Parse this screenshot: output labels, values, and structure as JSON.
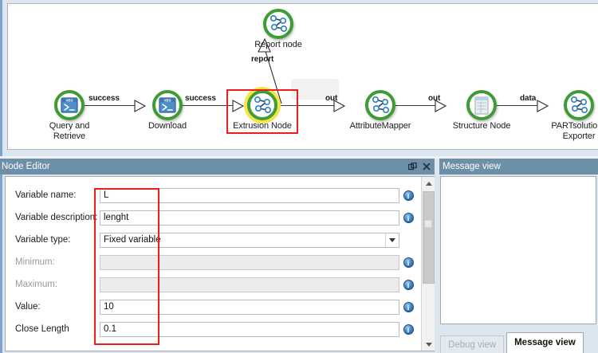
{
  "app": {
    "accent_titlebar": "#6e8fa8",
    "panel_bg": "#dce6f1",
    "node_ring_color": "#3f9c35",
    "highlight_color": "#ef1c1c",
    "selection_glow": "#f8e43c"
  },
  "graph": {
    "nodes": [
      {
        "id": "query-and-retrieve",
        "label": "Query and\nRetrieve",
        "label_line1": "Query and",
        "label_line2": "Retrieve",
        "icon": "vbs-script-icon",
        "selected": false
      },
      {
        "id": "download",
        "label": "Download",
        "label_line1": "Download",
        "label_line2": "",
        "icon": "vbs-script-icon",
        "selected": false
      },
      {
        "id": "extrusion-node",
        "label": "Extrusion Node",
        "label_line1": "Extrusion Node",
        "label_line2": "",
        "icon": "graph-network-icon",
        "selected": true
      },
      {
        "id": "attribute-mapper",
        "label": "AttributeMapper",
        "label_line1": "AttributeMapper",
        "label_line2": "",
        "icon": "graph-network-icon",
        "selected": false
      },
      {
        "id": "structure-node",
        "label": "Structure Node",
        "label_line1": "Structure Node",
        "label_line2": "",
        "icon": "document-table-icon",
        "selected": false
      },
      {
        "id": "partsolutions-exporter",
        "label": "PARTsolutions Exporter",
        "label_line1": "PARTsolutions",
        "label_line2": "Exporter",
        "icon": "graph-network-icon",
        "selected": false
      },
      {
        "id": "report-node",
        "label": "Report node",
        "label_line1": "Report node",
        "label_line2": "",
        "icon": "graph-network-icon",
        "selected": false
      }
    ],
    "edges": [
      {
        "from": "query-and-retrieve",
        "to": "download",
        "label": "success"
      },
      {
        "from": "download",
        "to": "extrusion-node",
        "label": "success"
      },
      {
        "from": "extrusion-node",
        "to": "report-node",
        "label": "report"
      },
      {
        "from": "extrusion-node",
        "to": "attribute-mapper",
        "label": "out"
      },
      {
        "from": "attribute-mapper",
        "to": "structure-node",
        "label": "out"
      },
      {
        "from": "structure-node",
        "to": "partsolutions-exporter",
        "label": "data"
      }
    ]
  },
  "editor": {
    "title": "Node Editor",
    "buttons": {
      "dock": "dock-pin-icon",
      "close": "close-icon"
    },
    "fields": [
      {
        "label": "Variable name:",
        "value": "L",
        "type": "text",
        "disabled": false,
        "info": true
      },
      {
        "label": "Variable description:",
        "value": "lenght",
        "type": "text",
        "disabled": false,
        "info": true
      },
      {
        "label": "Variable type:",
        "value": "Fixed variable",
        "type": "select",
        "disabled": false,
        "info": false
      },
      {
        "label": "Minimum:",
        "value": "",
        "type": "text",
        "disabled": true,
        "info": true
      },
      {
        "label": "Maximum:",
        "value": "",
        "type": "text",
        "disabled": true,
        "info": true
      },
      {
        "label": "Value:",
        "value": "10",
        "type": "text",
        "disabled": false,
        "info": true
      },
      {
        "label": "Close Length",
        "value": "0.1",
        "type": "text",
        "disabled": false,
        "info": true
      }
    ],
    "info_glyph": "i"
  },
  "message": {
    "title": "Message view",
    "content": "",
    "tabs": [
      {
        "label": "Debug view",
        "active": false
      },
      {
        "label": "Message view",
        "active": true
      }
    ]
  }
}
